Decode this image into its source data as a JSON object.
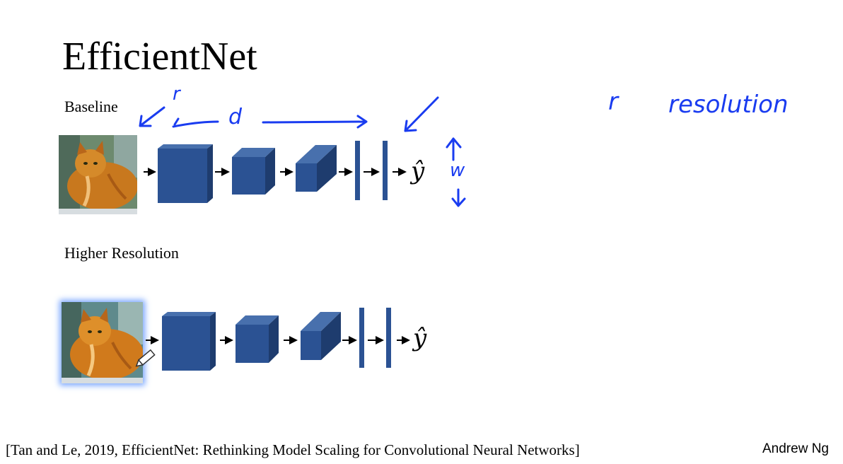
{
  "title": "EfficientNet",
  "sections": {
    "baseline_label": "Baseline",
    "higher_resolution_label": "Higher Resolution"
  },
  "output_symbol": "ŷ",
  "citation": "[Tan and Le, 2019, EfficientNet: Rethinking Model Scaling for Convolutional Neural Networks]",
  "author": "Andrew Ng",
  "handwritten_notes": {
    "resolution_symbol": "r",
    "resolution_word": "resolution",
    "depth_symbol": "d",
    "width_symbol": "w"
  },
  "colors": {
    "block_front": "#2b5293",
    "block_top": "#4870ad",
    "block_side": "#1e3c6e",
    "annotation_ink": "#1a3cf0",
    "highlight_glow": "#7aa7ff"
  },
  "icons": {
    "input_image": "cat-photo",
    "pen_cursor": "pencil-icon"
  }
}
